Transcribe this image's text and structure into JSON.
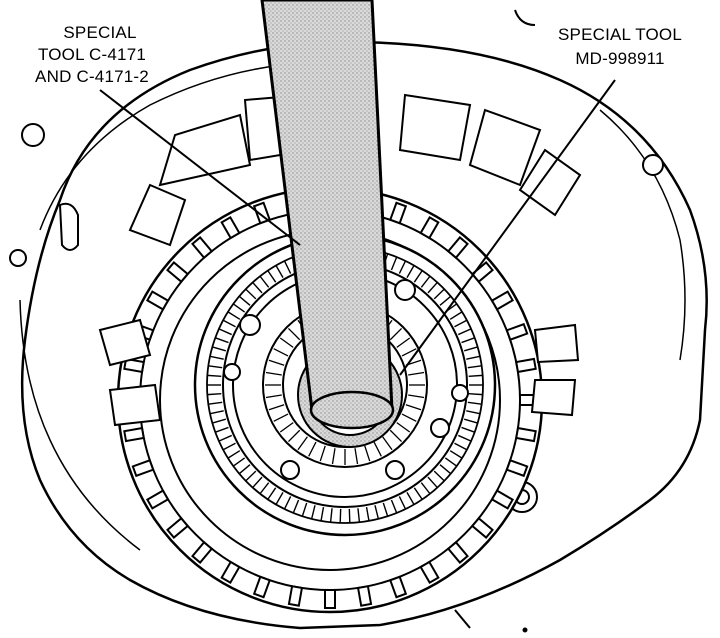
{
  "callouts": [
    {
      "id": "tool-c4171",
      "lines": [
        "SPECIAL",
        "TOOL C-4171",
        "AND C-4171-2"
      ]
    },
    {
      "id": "tool-md998911",
      "lines": [
        "SPECIAL TOOL",
        "MD-998911"
      ]
    }
  ],
  "colors": {
    "ink": "#000000",
    "paper": "#ffffff",
    "tool_fill": "#bdbdbd"
  }
}
